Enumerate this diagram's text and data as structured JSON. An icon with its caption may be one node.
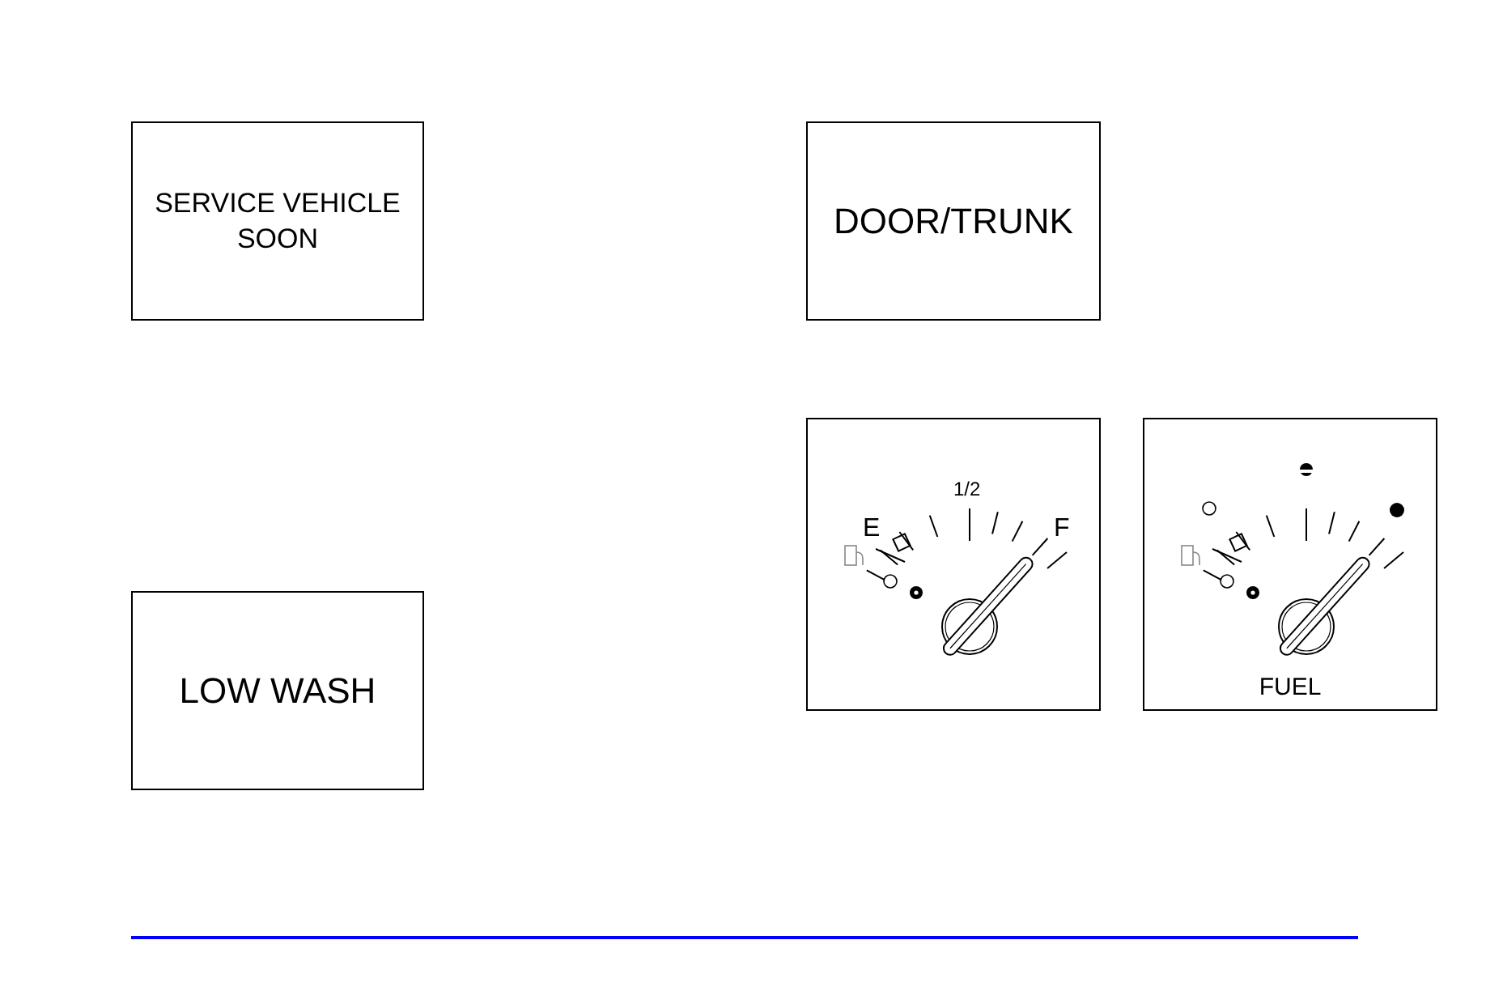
{
  "diagram": {
    "nodes": [
      {
        "text": [
          "SERVICE VEHICLE SOON"
        ]
      },
      {
        "text": [
          "DOOR/TRUNK"
        ]
      },
      {
        "text": [
          "LOW WASH"
        ]
      },
      {
        "text": [
          "E",
          "1/2",
          "F"
        ]
      },
      {
        "text": [
          "FUEL"
        ]
      }
    ]
  }
}
